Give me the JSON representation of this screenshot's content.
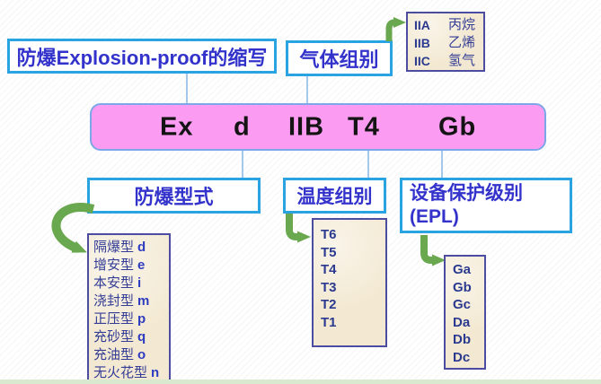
{
  "top": {
    "abbrev_label": "防爆Explosion-proof的缩写",
    "gas_group_label": "气体组别"
  },
  "code_box": {
    "tokens": [
      "Ex",
      "d",
      "IIB",
      "T4",
      "Gb"
    ]
  },
  "gas_examples": {
    "rows": [
      {
        "group": "IIA",
        "example": "丙烷"
      },
      {
        "group": "IIB",
        "example": "乙烯"
      },
      {
        "group": "IIC",
        "example": "氢气"
      }
    ]
  },
  "branches": {
    "protection": {
      "title": "防爆型式",
      "items": [
        {
          "name": "隔爆型",
          "code": "d"
        },
        {
          "name": "增安型",
          "code": "e"
        },
        {
          "name": "本安型",
          "code": "i"
        },
        {
          "name": "浇封型",
          "code": "m"
        },
        {
          "name": "正压型",
          "code": "p"
        },
        {
          "name": "充砂型",
          "code": "q"
        },
        {
          "name": "充油型",
          "code": "o"
        },
        {
          "name": "无火花型",
          "code": "n"
        }
      ]
    },
    "temperature": {
      "title": "温度组别",
      "items": [
        "T6",
        "T5",
        "T4",
        "T3",
        "T2",
        "T1"
      ]
    },
    "epl": {
      "title_line1": "设备保护级别",
      "title_line2": "(EPL)",
      "items": [
        "Ga",
        "Gb",
        "Gc",
        "Da",
        "Db",
        "Dc"
      ]
    }
  },
  "colors": {
    "label_border": "#29a3e2",
    "label_text": "#3333cc",
    "code_fill": "#fb9cf2",
    "code_border": "#7da7e8",
    "list_fill": "#f3e9d2",
    "list_border": "#4c4ca0",
    "list_text": "#2b3a8f",
    "connector": "#a3c8ea",
    "arrow_green": "#6aa84f",
    "bottom_band": "#d8e9cf"
  }
}
